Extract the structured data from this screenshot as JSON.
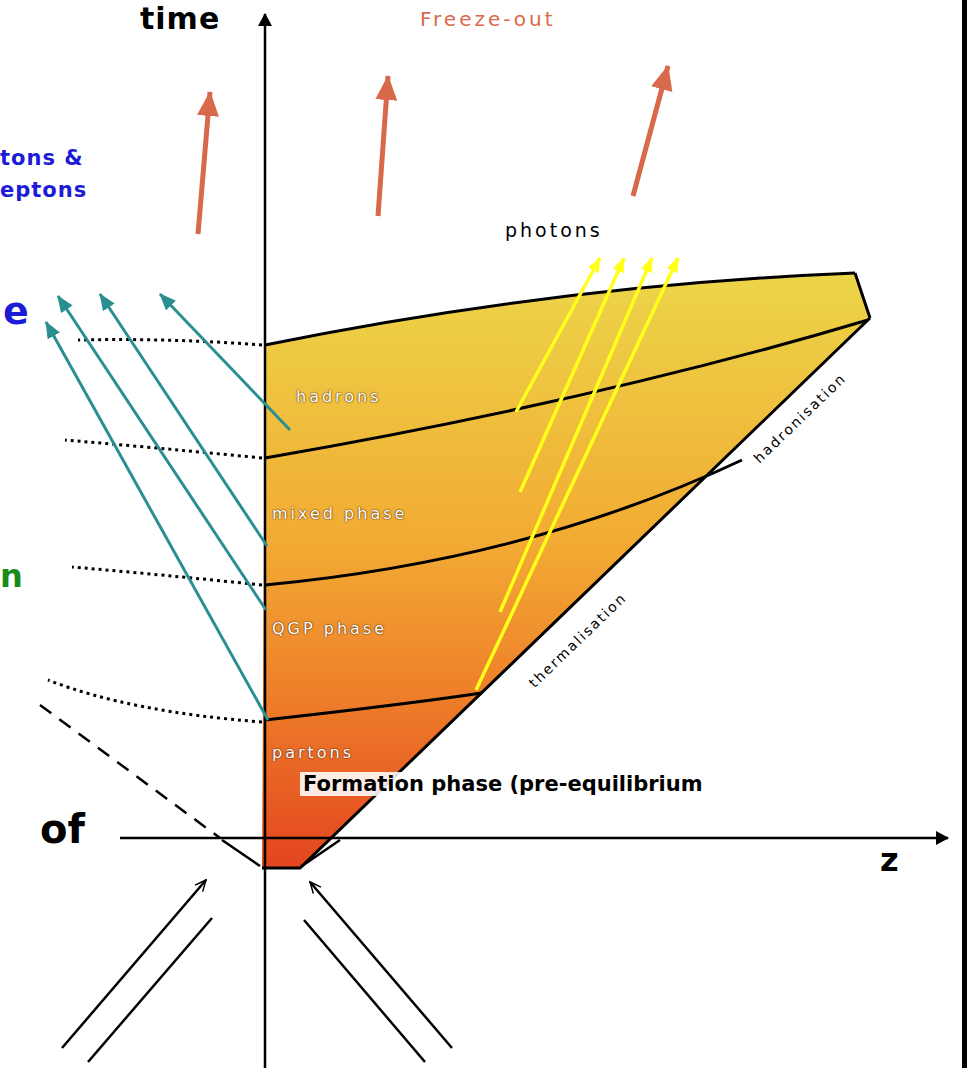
{
  "diagram": {
    "labels": [
      "time",
      "Freeze-out",
      "tons &",
      "eptons",
      "e",
      "n",
      "photons",
      "hadrons",
      "mixed phase",
      "QGP phase",
      "partons",
      "Formation phase (pre-equilibrium",
      "hadronisation",
      "thermalisation",
      "of",
      "z"
    ]
  }
}
